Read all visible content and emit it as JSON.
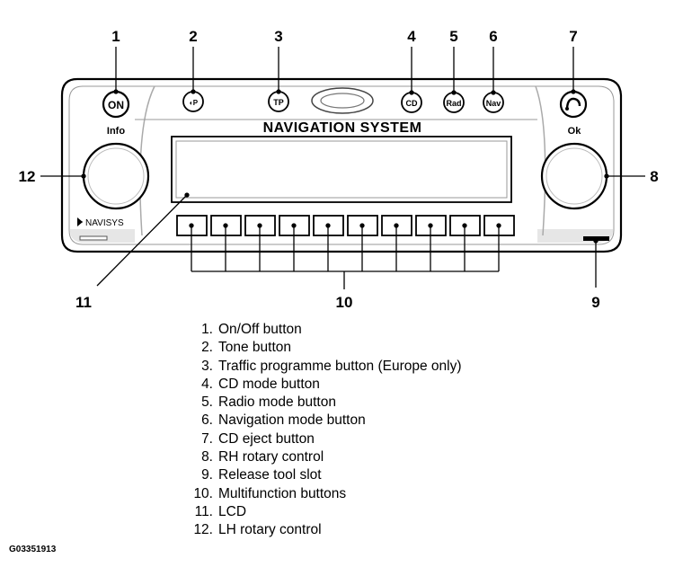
{
  "unit": {
    "title": "NAVIGATION SYSTEM",
    "brand": "NAVISYS",
    "label_info": "Info",
    "label_ok": "Ok",
    "buttons": {
      "on": "ON",
      "tone": "◖P",
      "tp": "TP",
      "cd": "CD",
      "rad": "Rad",
      "nav": "Nav"
    }
  },
  "callouts": [
    "1",
    "2",
    "3",
    "4",
    "5",
    "6",
    "7",
    "8",
    "9",
    "10",
    "11",
    "12"
  ],
  "legend": [
    {
      "num": "1.",
      "text": "On/Off button"
    },
    {
      "num": "2.",
      "text": "Tone button"
    },
    {
      "num": "3.",
      "text": "Traffic programme button (Europe only)"
    },
    {
      "num": "4.",
      "text": "CD mode button"
    },
    {
      "num": "5.",
      "text": "Radio mode button"
    },
    {
      "num": "6.",
      "text": "Navigation mode button"
    },
    {
      "num": "7.",
      "text": "CD eject button"
    },
    {
      "num": "8.",
      "text": "RH rotary control"
    },
    {
      "num": "9.",
      "text": "Release tool slot"
    },
    {
      "num": "10.",
      "text": "Multifunction buttons"
    },
    {
      "num": "11.",
      "text": "LCD"
    },
    {
      "num": "12.",
      "text": "LH rotary control"
    }
  ],
  "figure_code": "G03351913"
}
